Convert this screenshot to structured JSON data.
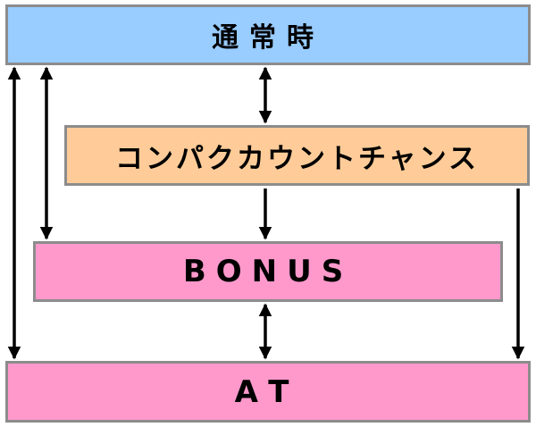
{
  "diagram": {
    "boxes": {
      "normal": {
        "label": "通常時",
        "fill": "#99ccff"
      },
      "compact_count_chance": {
        "label": "コンパクカウントチャンス",
        "fill": "#ffcc99"
      },
      "bonus": {
        "label": "BONUS",
        "fill": "#ff99cc"
      },
      "at": {
        "label": "AT",
        "fill": "#ff99cc"
      }
    },
    "border_color": "#8c8c8c",
    "arrow_color": "#000000",
    "connections": [
      {
        "from": "normal",
        "to": "at",
        "direction": "both"
      },
      {
        "from": "normal",
        "to": "bonus",
        "direction": "both"
      },
      {
        "from": "normal",
        "to": "compact_count_chance",
        "direction": "both"
      },
      {
        "from": "compact_count_chance",
        "to": "bonus",
        "direction": "forward"
      },
      {
        "from": "bonus",
        "to": "at",
        "direction": "both"
      },
      {
        "from": "compact_count_chance",
        "to": "at",
        "direction": "forward"
      }
    ]
  }
}
